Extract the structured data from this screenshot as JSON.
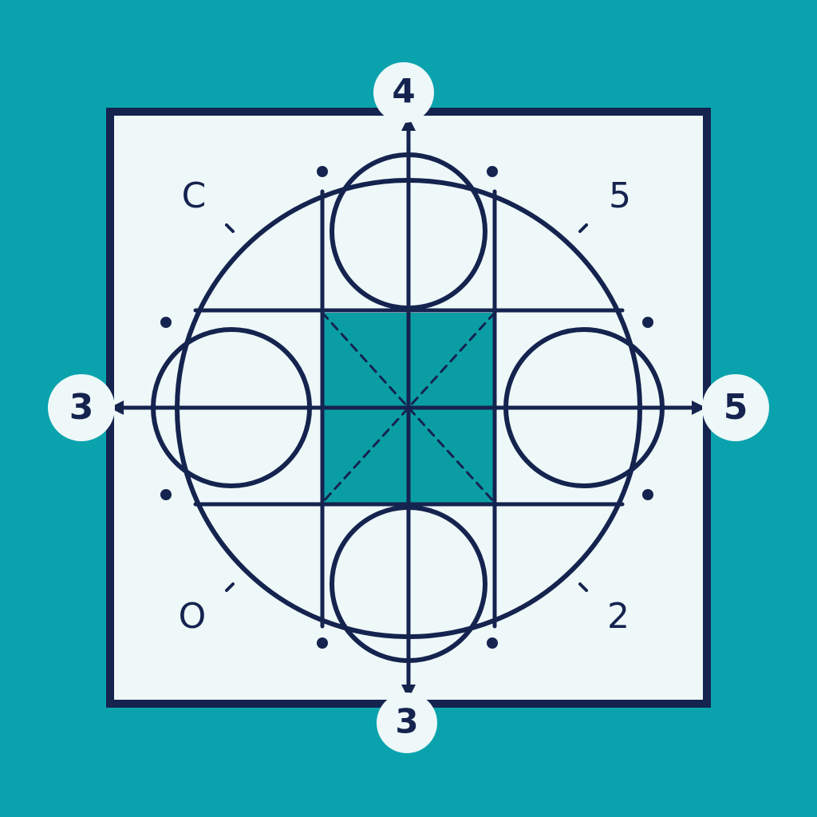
{
  "colors": {
    "background": "#0aa3ad",
    "panel": "#eef8f8",
    "stroke": "#15234f",
    "center_square": "#0a9ea4",
    "bubble": "#eef8f8"
  },
  "axis_labels": {
    "top": "4",
    "bottom": "3",
    "left": "3",
    "right": "5"
  },
  "corner_labels": {
    "top_left": "C",
    "top_right": "5",
    "bottom_left": "O",
    "bottom_right": "2"
  },
  "icons": {
    "arrow": "arrow-head-icon",
    "dot": "dot-marker-icon"
  }
}
